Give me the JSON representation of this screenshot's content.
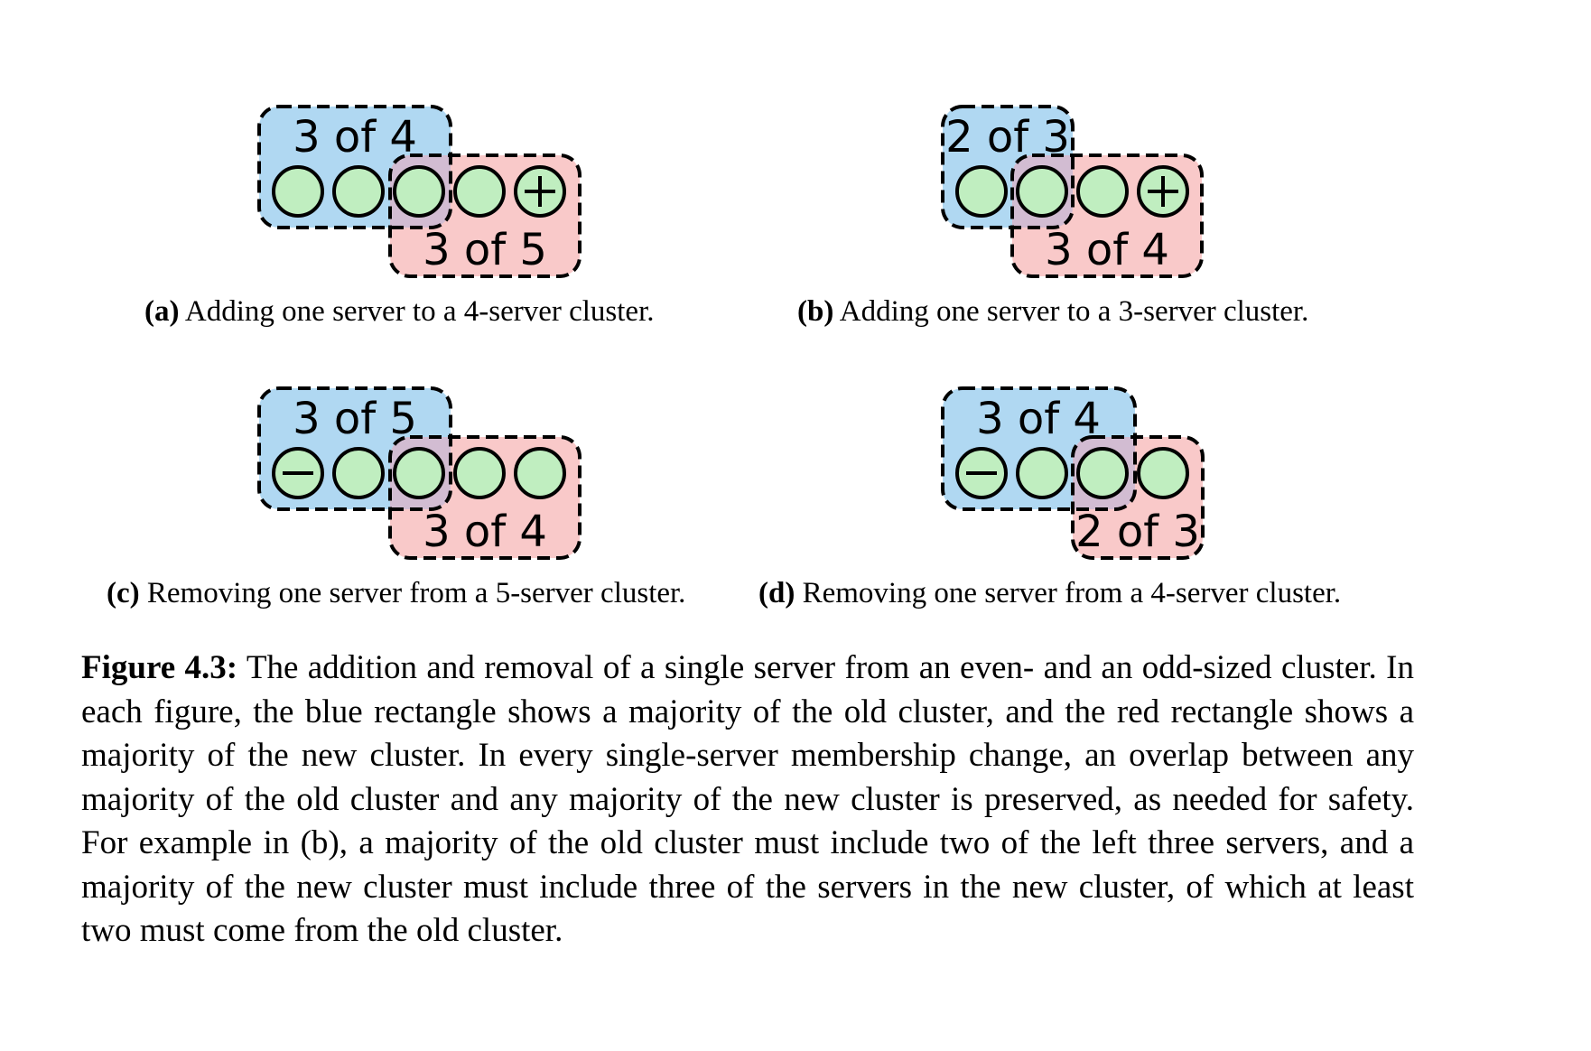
{
  "figure": {
    "label": "Figure 4.3:",
    "caption": "The addition and removal of a single server from an even- and an odd-sized cluster. In each figure, the blue rectangle shows a majority of the old cluster, and the red rectangle shows a majority of the new cluster. In every single-server membership change, an overlap between any majority of the old cluster and any majority of the new cluster is preserved, as needed for safety. For example in (b), a majority of the old cluster must include two of the left three servers, and a majority of the new cluster must include three of the servers in the new cluster, of which at least two must come from the old cluster."
  },
  "colors": {
    "old_majority": "#b0d8f2",
    "new_majority": "#f9c9c9",
    "overlap": "#d2bcd2",
    "server": "#c0eec0",
    "stroke": "#000000"
  },
  "panels": [
    {
      "id": "a",
      "tag": "(a)",
      "caption": "Adding one server to a 4-server cluster.",
      "old_label": "3 of 4",
      "new_label": "3 of 5",
      "servers": [
        "plain",
        "plain",
        "plain",
        "plain",
        "add"
      ]
    },
    {
      "id": "b",
      "tag": "(b)",
      "caption": "Adding one server to a 3-server cluster.",
      "old_label": "2 of 3",
      "new_label": "3 of 4",
      "servers": [
        "plain",
        "plain",
        "plain",
        "add"
      ]
    },
    {
      "id": "c",
      "tag": "(c)",
      "caption": "Removing one server from a 5-server cluster.",
      "old_label": "3 of 5",
      "new_label": "3 of 4",
      "servers": [
        "remove",
        "plain",
        "plain",
        "plain",
        "plain"
      ]
    },
    {
      "id": "d",
      "tag": "(d)",
      "caption": "Removing one server from a 4-server cluster.",
      "old_label": "3 of 4",
      "new_label": "2 of 3",
      "servers": [
        "remove",
        "plain",
        "plain",
        "plain"
      ]
    }
  ]
}
